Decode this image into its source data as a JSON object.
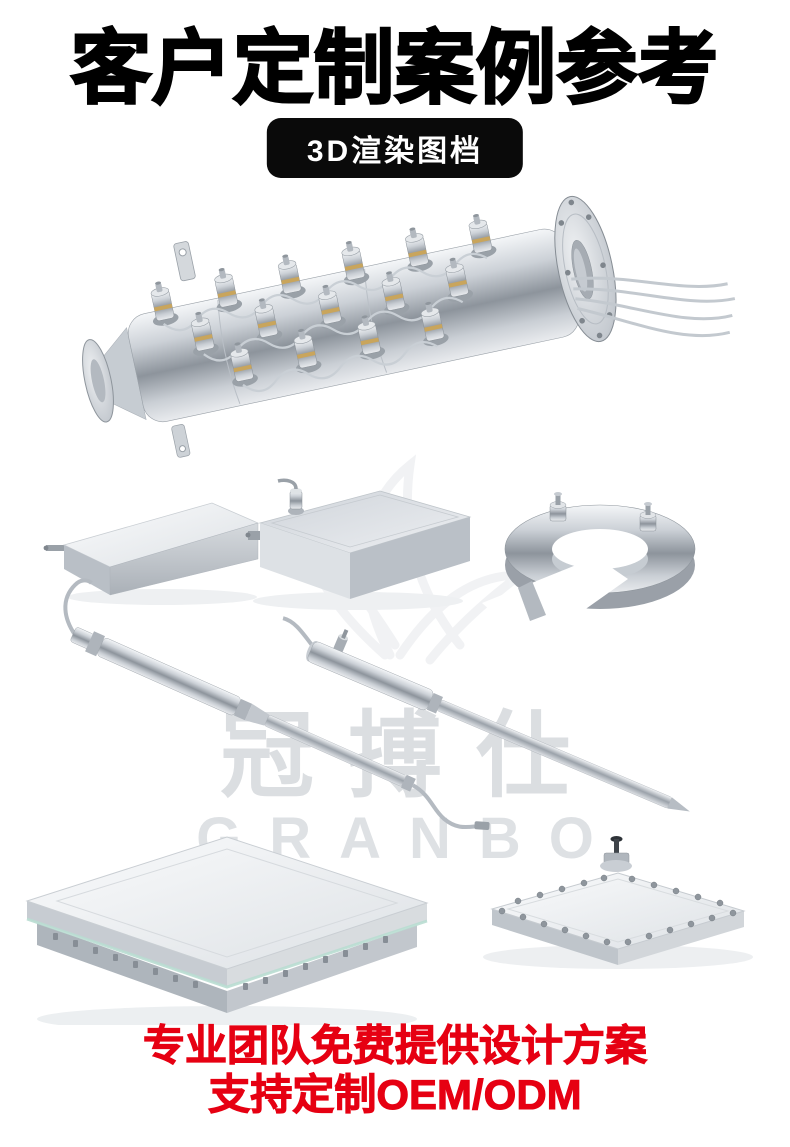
{
  "header": {
    "title": "客户定制案例参考",
    "badge": "3D渲染图档"
  },
  "watermark": {
    "cn": "冠搏仕",
    "en": "GRANBO"
  },
  "footer": {
    "line1": "专业团队免费提供设计方案",
    "line2": "支持定制OEM/ODM"
  },
  "colors": {
    "title_black": "#000000",
    "badge_bg": "#0a0a0a",
    "badge_text": "#ffffff",
    "accent_red": "#e60012",
    "watermark_gray": "#bfc4ca",
    "metal_light": "#f2f4f6",
    "metal_mid": "#c9ced4",
    "metal_dark": "#8d949c",
    "brass_band": "#c9a55c"
  },
  "renders": [
    {
      "name": "flanged-multi-port-heater-manifold"
    },
    {
      "name": "wedge-block-heater"
    },
    {
      "name": "rectangular-box-heater"
    },
    {
      "name": "open-ring-heater-with-studs"
    },
    {
      "name": "cartridge-heater-with-lead-wires"
    },
    {
      "name": "cartridge-heater-with-pointed-tip"
    },
    {
      "name": "square-heating-platen"
    },
    {
      "name": "bolted-plate-heater"
    }
  ]
}
